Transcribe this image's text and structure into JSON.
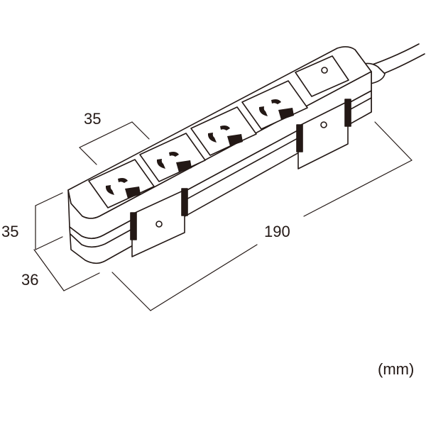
{
  "dimensions": {
    "outlet_pitch": "35",
    "height": "35",
    "depth": "36",
    "length": "190"
  },
  "unit_label": "(mm)",
  "colors": {
    "line": "#231815",
    "fill": "#ffffff"
  },
  "outlet_count": 4
}
